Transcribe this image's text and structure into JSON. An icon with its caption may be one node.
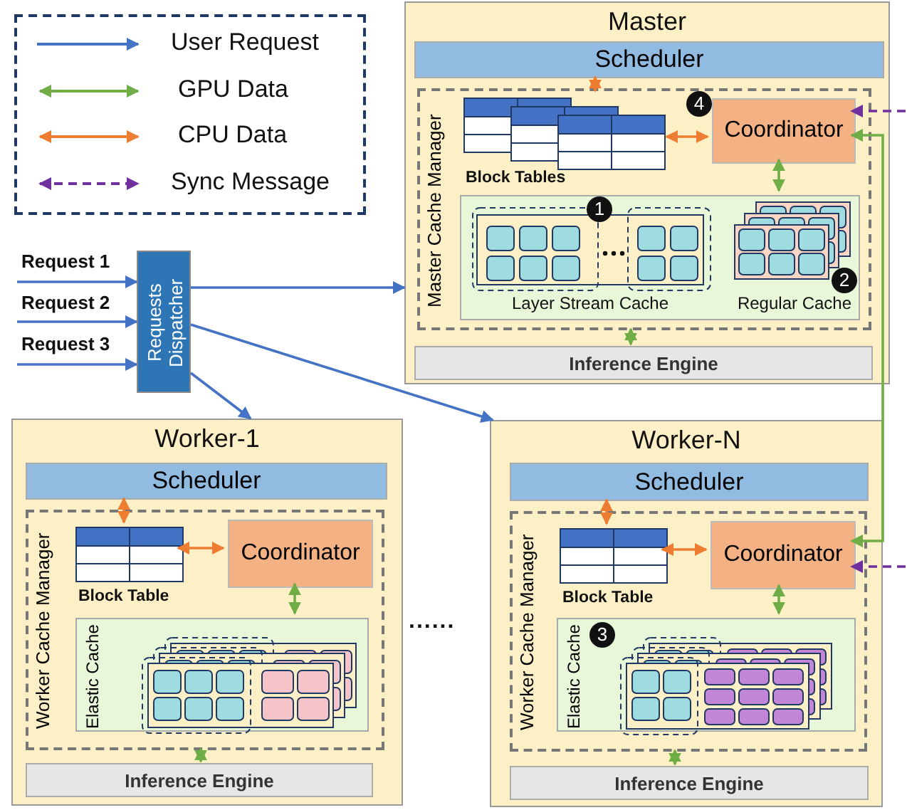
{
  "diagram": {
    "nodes": [
      {
        "text": [
          "Requests Dispatcher"
        ]
      },
      {
        "text": [
          "Master"
        ]
      },
      {
        "text": [
          "Scheduler"
        ],
        "in": 1
      },
      {
        "text": [
          "Master Cache Manager"
        ],
        "in": 1
      },
      {
        "text": [
          "Block Tables"
        ],
        "in": 3
      },
      {
        "text": [
          "Coordinator"
        ],
        "in": 3
      },
      {
        "text": [
          "Layer Stream Cache",
          "Regular Cache"
        ],
        "in": 3
      },
      {
        "text": [
          "Inference Engine"
        ],
        "in": 1
      },
      {
        "text": [
          "Worker-1"
        ]
      },
      {
        "text": [
          "Scheduler"
        ],
        "in": 8
      },
      {
        "text": [
          "Worker Cache Manager"
        ],
        "in": 8
      },
      {
        "text": [
          "Block Table"
        ],
        "in": 10
      },
      {
        "text": [
          "Coordinator"
        ],
        "in": 10
      },
      {
        "text": [
          "Elastic Cache"
        ],
        "in": 10
      },
      {
        "text": [
          "Inference Engine"
        ],
        "in": 8
      },
      {
        "text": [
          "Worker-N"
        ]
      },
      {
        "text": [
          "Scheduler"
        ],
        "in": 15
      },
      {
        "text": [
          "Worker Cache Manager"
        ],
        "in": 15
      },
      {
        "text": [
          "Block Table"
        ],
        "in": 17
      },
      {
        "text": [
          "Coordinator"
        ],
        "in": 17
      },
      {
        "text": [
          "Elastic Cache"
        ],
        "in": 17
      },
      {
        "text": [
          "Inference Engine"
        ],
        "in": 15
      }
    ],
    "edges": [
      {
        "from": null,
        "to": 0,
        "arrow": "to",
        "label": "Request 1",
        "color": "#4472c4"
      },
      {
        "from": null,
        "to": 0,
        "arrow": "to",
        "label": "Request 2",
        "color": "#4472c4"
      },
      {
        "from": null,
        "to": 0,
        "arrow": "to",
        "label": "Request 3",
        "color": "#4472c4"
      },
      {
        "from": 0,
        "to": 1,
        "arrow": "to",
        "color": "#4472c4"
      },
      {
        "from": 0,
        "to": 15,
        "arrow": "to",
        "color": "#4472c4"
      },
      {
        "from": 0,
        "to": 8,
        "arrow": "to",
        "color": "#4472c4"
      },
      {
        "from": 2,
        "to": 4,
        "arrow": "both",
        "color": "#ed7d31"
      },
      {
        "from": 4,
        "to": 5,
        "arrow": "both",
        "color": "#ed7d31"
      },
      {
        "from": 5,
        "to": 6,
        "arrow": "both",
        "color": "#70ad47"
      },
      {
        "from": 3,
        "to": 7,
        "arrow": "both",
        "color": "#70ad47"
      },
      {
        "from": null,
        "to": 5,
        "arrow": "to",
        "style": "dashed",
        "color": "#7030a0"
      },
      {
        "from": 5,
        "to": 19,
        "arrow": "both",
        "color": "#70ad47"
      },
      {
        "from": null,
        "to": 19,
        "arrow": "to",
        "style": "dashed",
        "color": "#7030a0"
      },
      {
        "from": 9,
        "to": 11,
        "arrow": "both",
        "color": "#ed7d31"
      },
      {
        "from": 11,
        "to": 12,
        "arrow": "both",
        "color": "#ed7d31"
      },
      {
        "from": 12,
        "to": 13,
        "arrow": "both",
        "color": "#70ad47"
      },
      {
        "from": 10,
        "to": 14,
        "arrow": "both",
        "color": "#70ad47"
      },
      {
        "from": 16,
        "to": 18,
        "arrow": "both",
        "color": "#ed7d31"
      },
      {
        "from": 18,
        "to": 19,
        "arrow": "both",
        "color": "#ed7d31"
      },
      {
        "from": 19,
        "to": 20,
        "arrow": "both",
        "color": "#70ad47"
      },
      {
        "from": 17,
        "to": 21,
        "arrow": "both",
        "color": "#70ad47"
      }
    ],
    "labels": [
      "4",
      "1",
      "2",
      "......",
      "3"
    ],
    "legend": [
      {
        "text": "User Request"
      },
      {
        "text": "GPU Data"
      },
      {
        "text": "CPU Data"
      },
      {
        "text": "Sync Message"
      }
    ]
  }
}
